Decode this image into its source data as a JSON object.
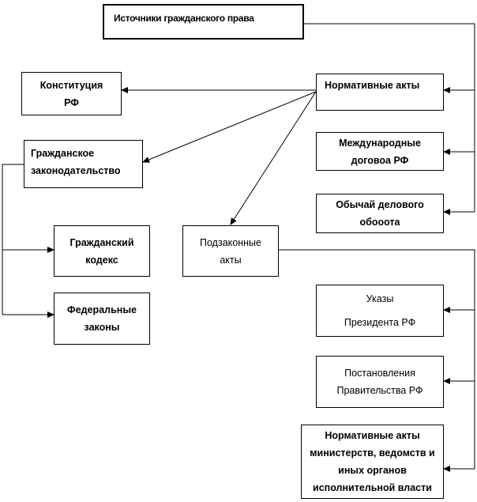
{
  "nodes": {
    "root": {
      "lines": [
        "Источники гражданского права"
      ]
    },
    "normative_acts": {
      "lines": [
        "Нормативные акты"
      ]
    },
    "constitution": {
      "lines": [
        "Конституция",
        "РФ"
      ]
    },
    "international_treaties": {
      "lines": [
        "Международные",
        "договоа РФ"
      ]
    },
    "civil_legislation": {
      "lines": [
        "Гражданское",
        "законодательство"
      ]
    },
    "business_custom": {
      "lines": [
        "Обычай делового",
        "обооота"
      ]
    },
    "civil_code": {
      "lines": [
        "Гражданский",
        "кодекс"
      ]
    },
    "bylaws": {
      "lines": [
        "Подзаконные",
        "акты"
      ]
    },
    "federal_laws": {
      "lines": [
        "Федеральные",
        "законы"
      ]
    },
    "presidential_decrees": {
      "lines": [
        "Указы",
        "Президента РФ"
      ]
    },
    "government_decrees": {
      "lines": [
        "Постановления",
        "Правительства РФ"
      ]
    },
    "ministerial_acts": {
      "lines": [
        "Нормативные акты",
        "министерств, ведомств и",
        "иных органов",
        "исполнительной власти"
      ]
    }
  }
}
